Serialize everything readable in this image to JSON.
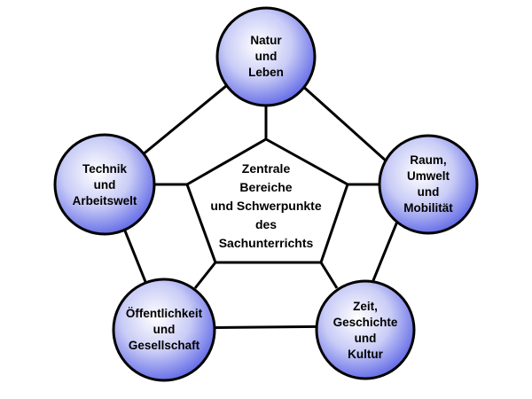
{
  "diagram": {
    "center": {
      "lines": [
        "Zentrale",
        "Bereiche",
        "und Schwerpunkte",
        "des",
        "Sachunterrichts"
      ]
    },
    "nodes": [
      {
        "lines": [
          "Natur",
          "und",
          "Leben"
        ]
      },
      {
        "lines": [
          "Raum,",
          "Umwelt",
          "und",
          "Mobilität"
        ]
      },
      {
        "lines": [
          "Zeit,",
          "Geschichte",
          "und",
          "Kultur"
        ]
      },
      {
        "lines": [
          "Öffentlichkeit",
          "und",
          "Gesellschaft"
        ]
      },
      {
        "lines": [
          "Technik",
          "und",
          "Arbeitswelt"
        ]
      }
    ]
  },
  "colors": {
    "node_fill_center": "#ffffff",
    "node_fill_edge": "#6a72e8",
    "stroke": "#000000",
    "background": "#ffffff"
  }
}
